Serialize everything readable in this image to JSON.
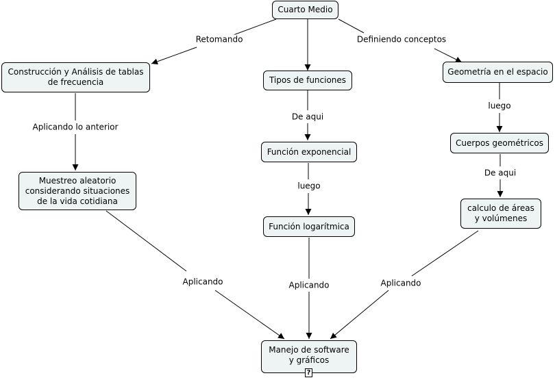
{
  "nodes": {
    "cuarto_medio": "Cuarto Medio",
    "construccion": "Construcción y Análisis de tablas\nde frecuencia",
    "tipos_funciones": "Tipos de funciones",
    "geometria": "Geometría en el espacio",
    "funcion_exponencial": "Función exponencial",
    "cuerpos": "Cuerpos geométricos",
    "muestreo": "Muestreo aleatorio\nconsiderando situaciones\nde la vida cotidiana",
    "funcion_logaritmica": "Función logarítmica",
    "calculo": "calculo de áreas\ny volúmenes",
    "manejo": "Manejo de software\ny gráficos"
  },
  "links": {
    "retomando": "Retomando",
    "definiendo": "Definiendo conceptos",
    "aplicando_anterior": "Aplicando lo anterior",
    "de_aqui_1": "De aqui",
    "luego_1": "luego",
    "de_aqui_2": "De aqui",
    "luego_2": "luego",
    "aplicando_left": "Aplicando",
    "aplicando_center": "Aplicando",
    "aplicando_right": "Aplicando"
  },
  "icons": {
    "help": "?"
  }
}
